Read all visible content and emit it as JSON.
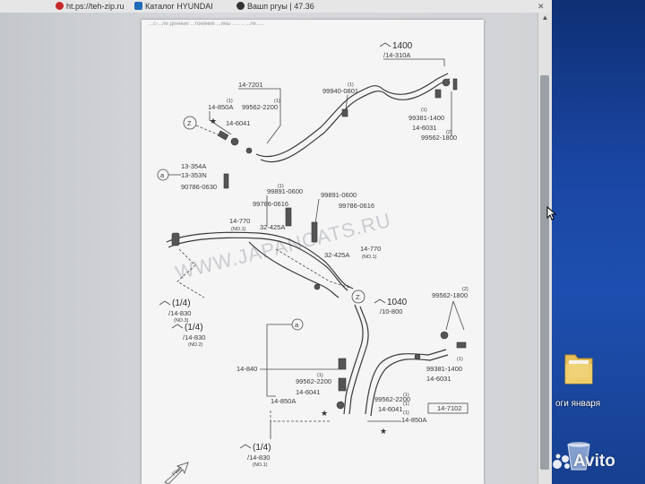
{
  "browser": {
    "tabs": [
      {
        "label": "ht.ps://teh-zip.ru"
      },
      {
        "label": "Каталог HYUNDAI"
      },
      {
        "label": "Вашп ргуы | 47.36"
      }
    ]
  },
  "document": {
    "header_text": "...с-...ле денные ...тоняние ...ины ..... .. ...ле.....",
    "watermark": "WWW.JAPANCATS.RU",
    "diagram": {
      "labels": [
        {
          "id": "1400",
          "text": "1400"
        },
        {
          "id": "14-310A",
          "text": "/14-310A"
        },
        {
          "id": "14-7201",
          "text": "14-7201"
        },
        {
          "id": "99940-0801-q",
          "text": "(1)"
        },
        {
          "id": "99940-0801",
          "text": "99940-0801"
        },
        {
          "id": "14-850A-top-q",
          "text": "(1)"
        },
        {
          "id": "14-850A-top",
          "text": "14-850A"
        },
        {
          "id": "99562-2200-top-q",
          "text": "(1)"
        },
        {
          "id": "99562-2200-top",
          "text": "99562-2200"
        },
        {
          "id": "14-6041-top",
          "text": "14-6041"
        },
        {
          "id": "z-top",
          "text": "Z"
        },
        {
          "id": "99381-1400-q",
          "text": "(1)"
        },
        {
          "id": "99381-1400",
          "text": "99381-1400"
        },
        {
          "id": "14-6031-top",
          "text": "14-6031"
        },
        {
          "id": "99562-1800-q",
          "text": "(2)"
        },
        {
          "id": "99562-1800",
          "text": "99562-1800"
        },
        {
          "id": "a-top",
          "text": "a"
        },
        {
          "id": "13-354A",
          "text": "13-354A"
        },
        {
          "id": "13-353N",
          "text": "13-353N"
        },
        {
          "id": "90786-0630",
          "text": "90786-0630"
        },
        {
          "id": "99891-0600-q",
          "text": "(1)"
        },
        {
          "id": "99891-0600",
          "text": "99891-0600"
        },
        {
          "id": "99891-0600b",
          "text": "99891-0600"
        },
        {
          "id": "99786-0616-left",
          "text": "99786-0616"
        },
        {
          "id": "99786-0616-right",
          "text": "99786-0616"
        },
        {
          "id": "14-770-left",
          "text": "14-770"
        },
        {
          "id": "no1-left",
          "text": "(NO.1)"
        },
        {
          "id": "32-425A-left",
          "text": "32-425A"
        },
        {
          "id": "32-425A-right",
          "text": "32-425A"
        },
        {
          "id": "14-770-right",
          "text": "14-770"
        },
        {
          "id": "no1-right",
          "text": "(NO.1)"
        },
        {
          "id": "z-mid",
          "text": "Z"
        },
        {
          "id": "ref-14-830-a",
          "text": "(1/4)"
        },
        {
          "id": "ref-14-830-a-code",
          "text": "/14-830"
        },
        {
          "id": "ref-14-830-a-no",
          "text": "(NO.3)"
        },
        {
          "id": "ref-14-830-b",
          "text": "(1/4)"
        },
        {
          "id": "ref-14-830-b-code",
          "text": "/14-830"
        },
        {
          "id": "ref-14-830-b-no",
          "text": "(NO.2)"
        },
        {
          "id": "1040",
          "text": "1040"
        },
        {
          "id": "10-800",
          "text": "/10-800"
        },
        {
          "id": "99562-1800-b-q",
          "text": "(2)"
        },
        {
          "id": "99562-1800-b",
          "text": "99562-1800"
        },
        {
          "id": "a-mid",
          "text": "a"
        },
        {
          "id": "99381-1400-b-q",
          "text": "(1)"
        },
        {
          "id": "99381-1400-b",
          "text": "99381-1400"
        },
        {
          "id": "14-6031-b",
          "text": "14-6031"
        },
        {
          "id": "14-840",
          "text": "14-840"
        },
        {
          "id": "99562-2200-b-q",
          "text": "(1)"
        },
        {
          "id": "99562-2200-b",
          "text": "99562-2200"
        },
        {
          "id": "14-6041-b",
          "text": "14-6041"
        },
        {
          "id": "14-850A-b",
          "text": "14-850A"
        },
        {
          "id": "99562-2200-c-q",
          "text": "(1)"
        },
        {
          "id": "99562-2200-c",
          "text": "99562-2200"
        },
        {
          "id": "14-6041-c-q",
          "text": "(1)"
        },
        {
          "id": "14-6041-c",
          "text": "14-6041"
        },
        {
          "id": "14-7102",
          "text": "14-7102"
        },
        {
          "id": "14-850A-c-q",
          "text": "(1)"
        },
        {
          "id": "14-850A-c",
          "text": "14-850A"
        },
        {
          "id": "ref-14-830-c",
          "text": "(1/4)"
        },
        {
          "id": "ref-14-830-c-code",
          "text": "/14-830"
        },
        {
          "id": "ref-14-830-c-no",
          "text": "(NO.1)"
        },
        {
          "id": "fwd",
          "text": "FWD"
        }
      ]
    }
  },
  "desktop": {
    "folder_caption": "оги января",
    "watermark": "Avito"
  },
  "colors": {
    "desktop_blue": "#1a46a3",
    "paper": "#f4f5f4",
    "ink": "#3a3a3a"
  },
  "icons": [
    "folder-icon",
    "recycle-bin-icon",
    "mouse-cursor-icon",
    "avito-logo-icon"
  ]
}
